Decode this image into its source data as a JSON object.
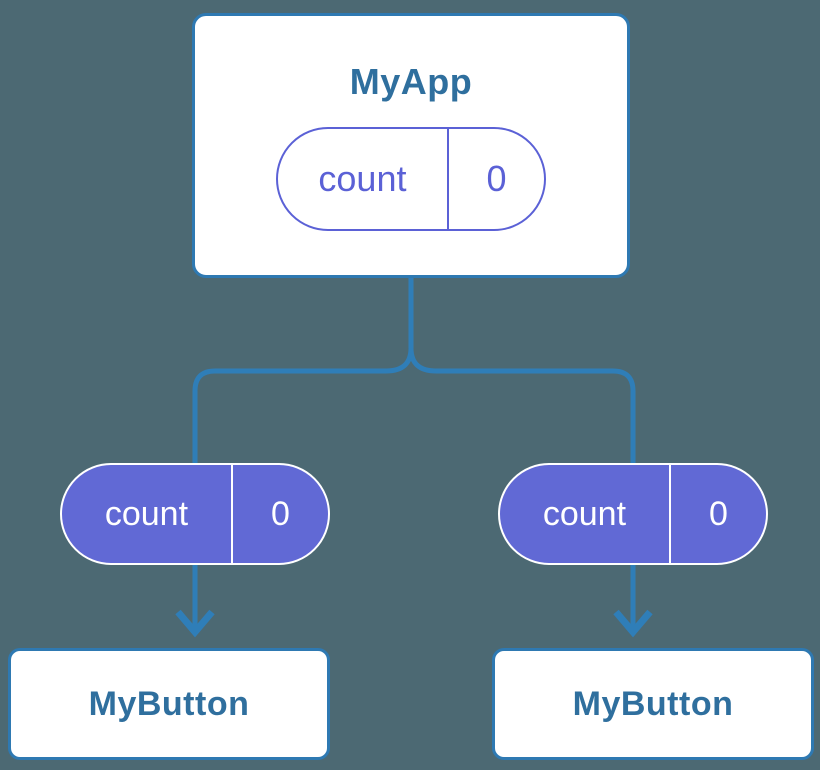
{
  "colors": {
    "bg": "#4C6973",
    "blue_line": "#2F7EB8",
    "blue_border": "#2E79B2",
    "blue_text": "#2F6F9E",
    "purple": "#5B61D6",
    "purple_fill": "#6169D5",
    "white": "#FFFFFF"
  },
  "diagram": {
    "type": "component-state-tree",
    "root": {
      "title": "MyApp",
      "state": {
        "name": "count",
        "value": "0"
      }
    },
    "children": [
      {
        "title": "MyButton",
        "state": {
          "name": "count",
          "value": "0"
        }
      },
      {
        "title": "MyButton",
        "state": {
          "name": "count",
          "value": "0"
        }
      }
    ],
    "edges": [
      {
        "from": "MyApp",
        "to": "MyButton-left",
        "style": "branch-then-arrow"
      },
      {
        "from": "MyApp",
        "to": "MyButton-right",
        "style": "branch-then-arrow"
      }
    ]
  }
}
